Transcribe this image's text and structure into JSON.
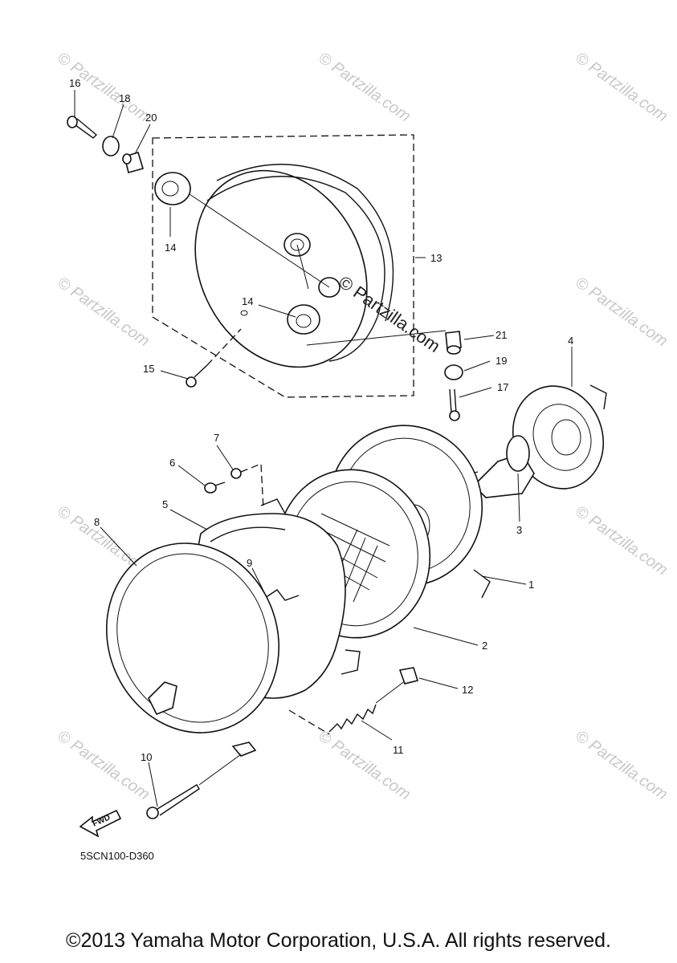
{
  "diagram": {
    "watermark_text": "© Partzilla.com",
    "center_watermark": "© Partzilla.com",
    "part_code": "5SCN100-D360",
    "fwd_label": "FWD",
    "callouts": {
      "c1": "1",
      "c2": "2",
      "c3": "3",
      "c4": "4",
      "c5": "5",
      "c6": "6",
      "c7": "7",
      "c8": "8",
      "c9": "9",
      "c10": "10",
      "c11": "11",
      "c12": "12",
      "c13": "13",
      "c14a": "14",
      "c14b": "14",
      "c15": "15",
      "c16": "16",
      "c17": "17",
      "c18": "18",
      "c19": "19",
      "c20": "20",
      "c21": "21"
    }
  },
  "footer": {
    "copyright": "©2013 Yamaha Motor Corporation, U.S.A. All rights reserved."
  }
}
